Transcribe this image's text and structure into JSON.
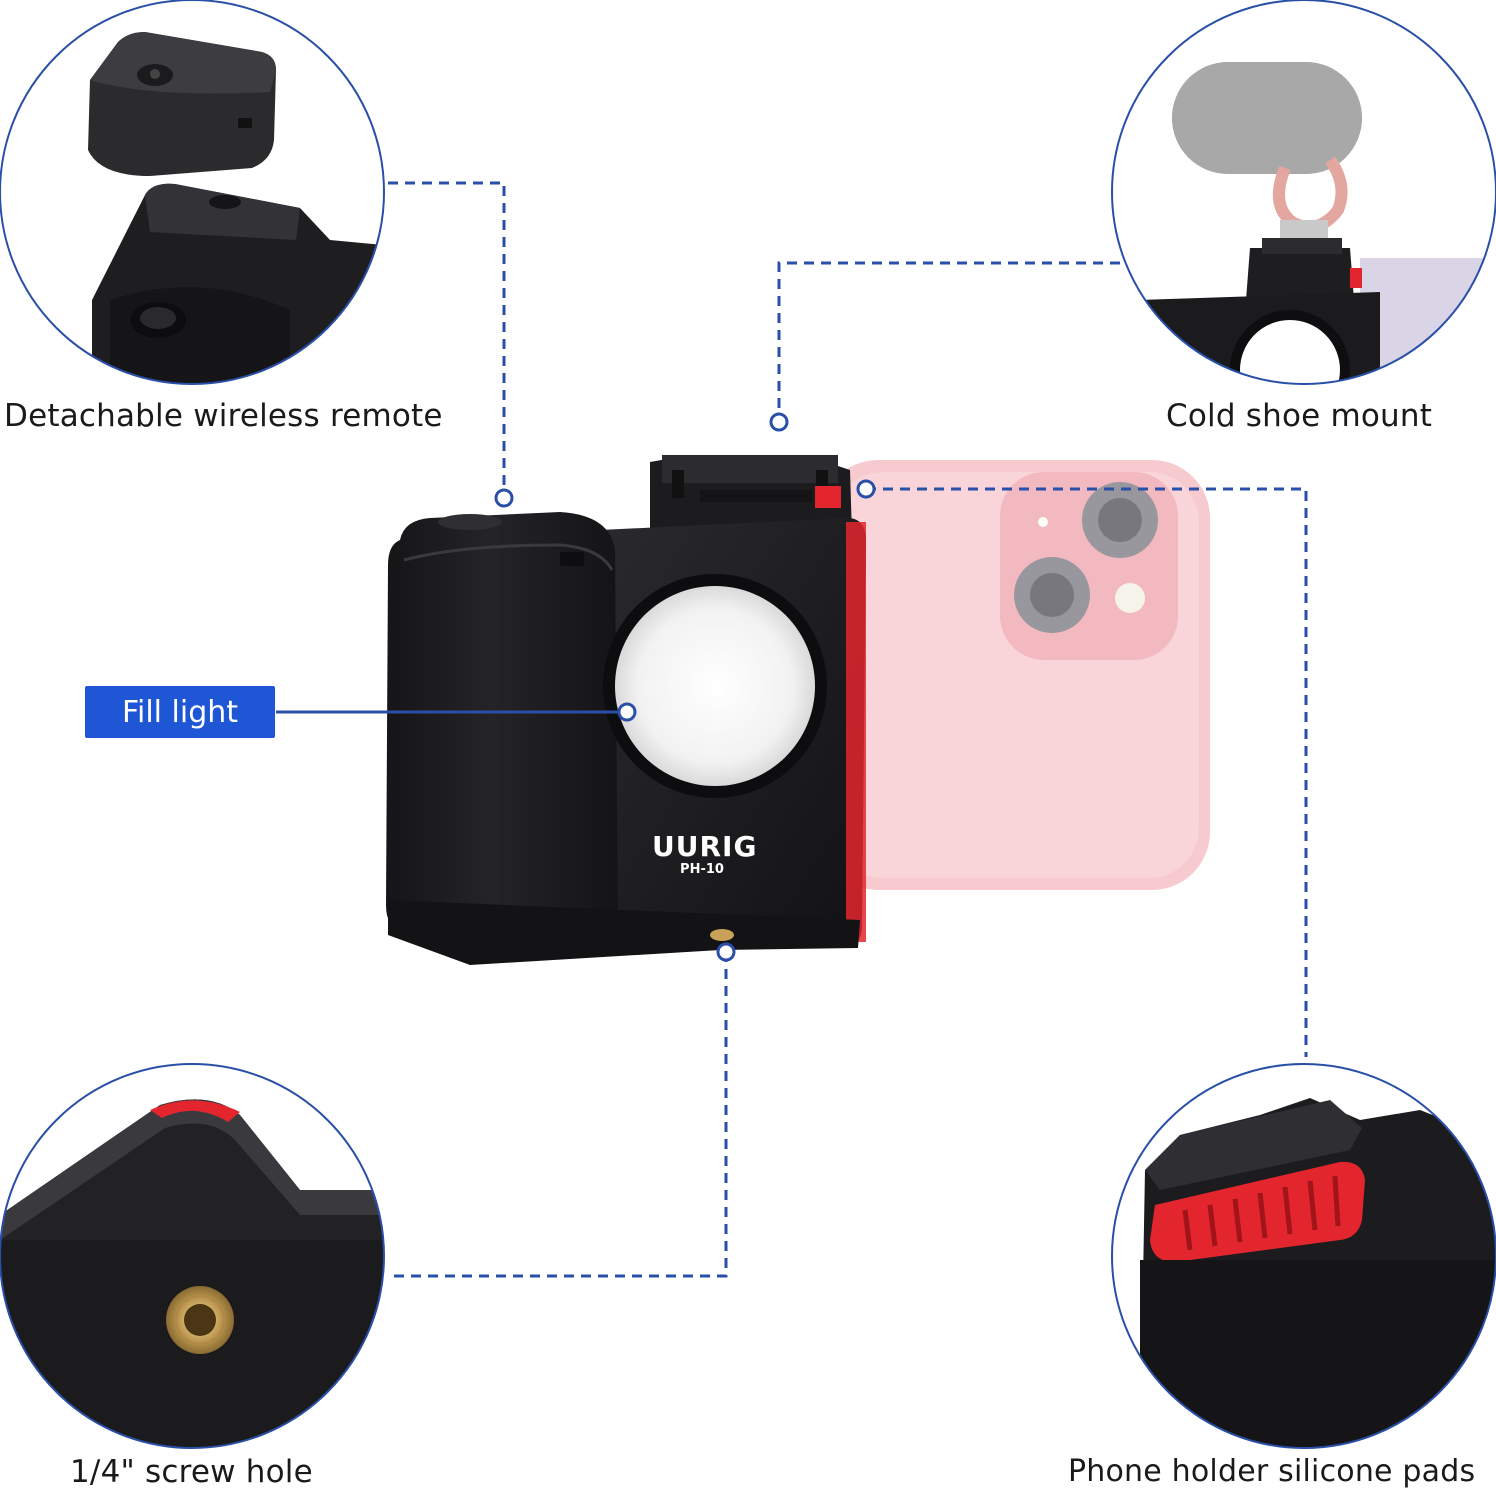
{
  "brand": {
    "logo_text": "UURIG",
    "model": "PH-10"
  },
  "features": {
    "remote": "Detachable wireless remote",
    "cold_shoe": "Cold shoe mount",
    "fill_light": "Fill light",
    "screw_hole": "1/4\" screw hole",
    "silicone_pads": "Phone holder silicone pads"
  },
  "colors": {
    "accent_blue": "#1f56d6",
    "line_blue": "#2a4fa8",
    "device_black": "#1b1b1d",
    "phone_pink": "#f7c6cc",
    "pad_red": "#e3262e",
    "brass": "#c9a25a"
  }
}
